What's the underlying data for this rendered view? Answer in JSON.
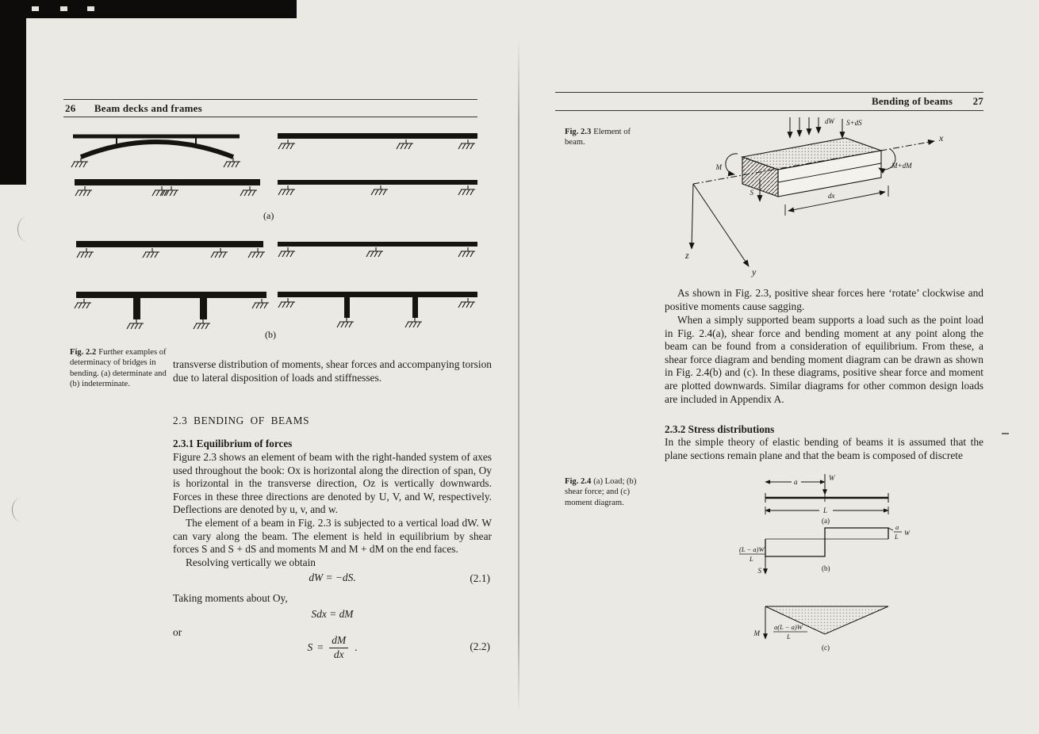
{
  "left_page": {
    "page_number": "26",
    "running_head": "Beam decks and frames",
    "fig22_label_a": "(a)",
    "fig22_label_b": "(b)",
    "fig22_caption": {
      "label": "Fig. 2.2",
      "text": "Further examples of determinacy of bridges in bending. (a) determinate and (b) indeterminate."
    },
    "para_continuation": "transverse distribution of moments, shear forces and accompanying torsion due to lateral disposition of loads and stiffnesses.",
    "section_heading": "2.3 BENDING OF BEAMS",
    "subsection_heading": "2.3.1 Equilibrium of forces",
    "para1": "Figure 2.3 shows an element of beam with the right-handed system of axes used throughout the book: Ox is horizontal along the direction of span, Oy is horizontal in the transverse direction, Oz is vertically downwards. Forces in these three directions are denoted by U, V, and W, respectively. Deflections are denoted by u, v, and w.",
    "para2": "The element of a beam in Fig. 2.3 is subjected to a vertical load dW. W can vary along the beam. The element is held in equilibrium by shear forces S and S + dS and moments M and M + dM on the end faces.",
    "para3": "Resolving vertically we obtain",
    "eq1": {
      "body": "dW = −dS.",
      "number": "(2.1)"
    },
    "para4": "Taking moments about Oy,",
    "eq_mid": "Sdx = dM",
    "para5": "or",
    "eq2": {
      "lhs": "S",
      "equals": "=",
      "frac_top": "dM",
      "frac_bottom": "dx",
      "period": ".",
      "number": "(2.2)"
    }
  },
  "right_page": {
    "page_number": "27",
    "running_head": "Bending of beams",
    "fig23_caption": {
      "label": "Fig. 2.3",
      "text": "Element of beam."
    },
    "fig23_labels": {
      "dW": "dW",
      "s_ds": "S+dS",
      "x": "x",
      "m_dm": "M+dM",
      "m": "M",
      "s": "S",
      "dx": "dx",
      "z": "z",
      "y": "y"
    },
    "para1": "As shown in Fig. 2.3, positive shear forces here ‘rotate’ clockwise and positive moments cause sagging.",
    "para2": "When a simply supported beam supports a load such as the point load in Fig. 2.4(a), shear force and bending moment at any point along the beam can be found from a consideration of equilibrium. From these, a shear force diagram and bending moment diagram can be drawn as shown in Fig. 2.4(b) and (c). In these diagrams, positive shear force and moment are plotted downwards. Similar diagrams for other common design loads are included in Appendix A.",
    "subsection_heading": "2.3.2 Stress distributions",
    "para3": "In the simple theory of elastic bending of beams it is assumed that the plane sections remain plane and that the beam is composed of discrete",
    "fig24_caption": {
      "label": "Fig. 2.4",
      "text": "(a) Load; (b) shear force; and (c) moment diagram."
    },
    "fig24_labels": {
      "a": "a",
      "W": "W",
      "L": "L",
      "label_a": "(a)",
      "shear_left_top": "(L − a)W",
      "shear_left_bottom": "L",
      "shear_right_top": "a",
      "shear_right_bottom": "L",
      "shear_right_w": "W",
      "s_axis": "S",
      "label_b": "(b)",
      "moment_top": "a(L − a)W",
      "moment_bottom": "L",
      "m_axis": "M",
      "label_c": "(c)"
    }
  }
}
